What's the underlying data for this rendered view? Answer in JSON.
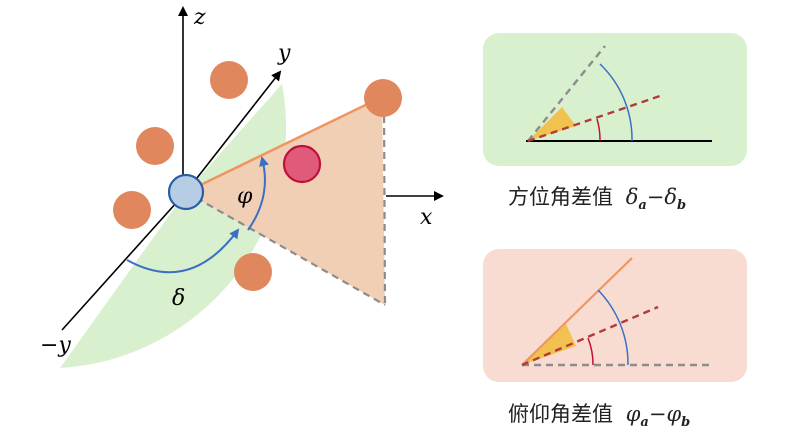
{
  "axes": {
    "z": "z",
    "y": "y",
    "x": "x",
    "neg_y": "−y"
  },
  "angles": {
    "phi": "φ",
    "delta": "δ"
  },
  "panels": {
    "azimuth": {
      "caption_cn": "方位角差值",
      "sym": "δ",
      "sub_a": "a",
      "dash": "−",
      "sub_b": "b",
      "bg_color": "#d9f0cf"
    },
    "elevation": {
      "caption_cn": "俯仰角差值",
      "sym": "φ",
      "sub_a": "a",
      "dash": "−",
      "sub_b": "b",
      "bg_color": "#f8dcd2"
    }
  },
  "colors": {
    "sector_green": "#d9f0cf",
    "triangle_orange": "#f1cfb5",
    "orange_dot": "#e0875e",
    "red_dot": "#e05a7a",
    "blue_dot": "#b7cde6",
    "arc_blue": "#3b6fc4",
    "dash_red": "#b33a3a",
    "wedge_yellow": "#f1c24f",
    "salmon_line": "#f0955f"
  }
}
